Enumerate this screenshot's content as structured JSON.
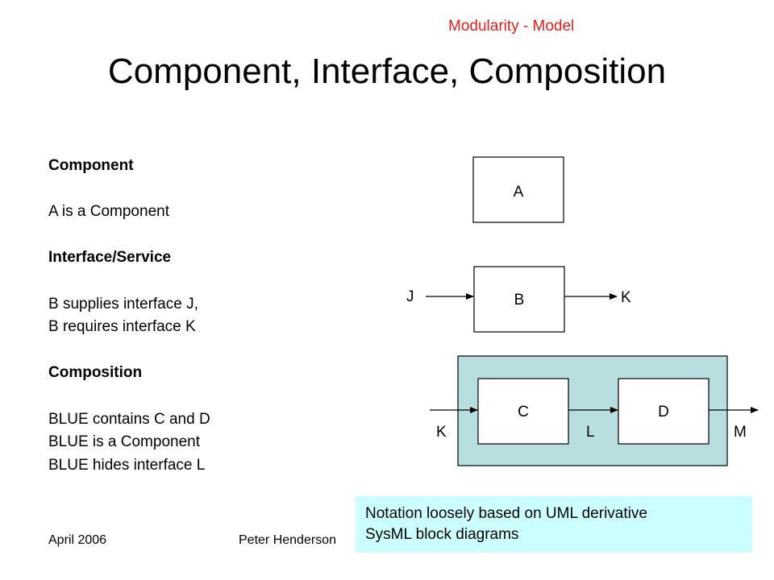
{
  "header": {
    "tag": "Modularity - Model",
    "title": "Component, Interface, Composition"
  },
  "text_block": {
    "lines": [
      "Component",
      "",
      "A is a Component",
      "",
      "Interface/Service",
      "",
      "B supplies interface J,",
      "B requires interface K",
      "",
      "Composition",
      "",
      "BLUE contains C and D",
      "BLUE is a Component",
      "BLUE hides interface L"
    ]
  },
  "diagram": {
    "block_a": "A",
    "block_b": "B",
    "block_c": "C",
    "block_d": "D",
    "interface_j": "J",
    "interface_k_top": "K",
    "interface_k_bottom": "K",
    "interface_l": "L",
    "interface_m": "M",
    "container_color": "#b9dee0"
  },
  "note": {
    "line1": "Notation loosely based on UML derivative",
    "line2": "SysML block diagrams",
    "background": "#ccffff"
  },
  "footer": {
    "date": "April 2006",
    "author": "Peter Henderson"
  }
}
